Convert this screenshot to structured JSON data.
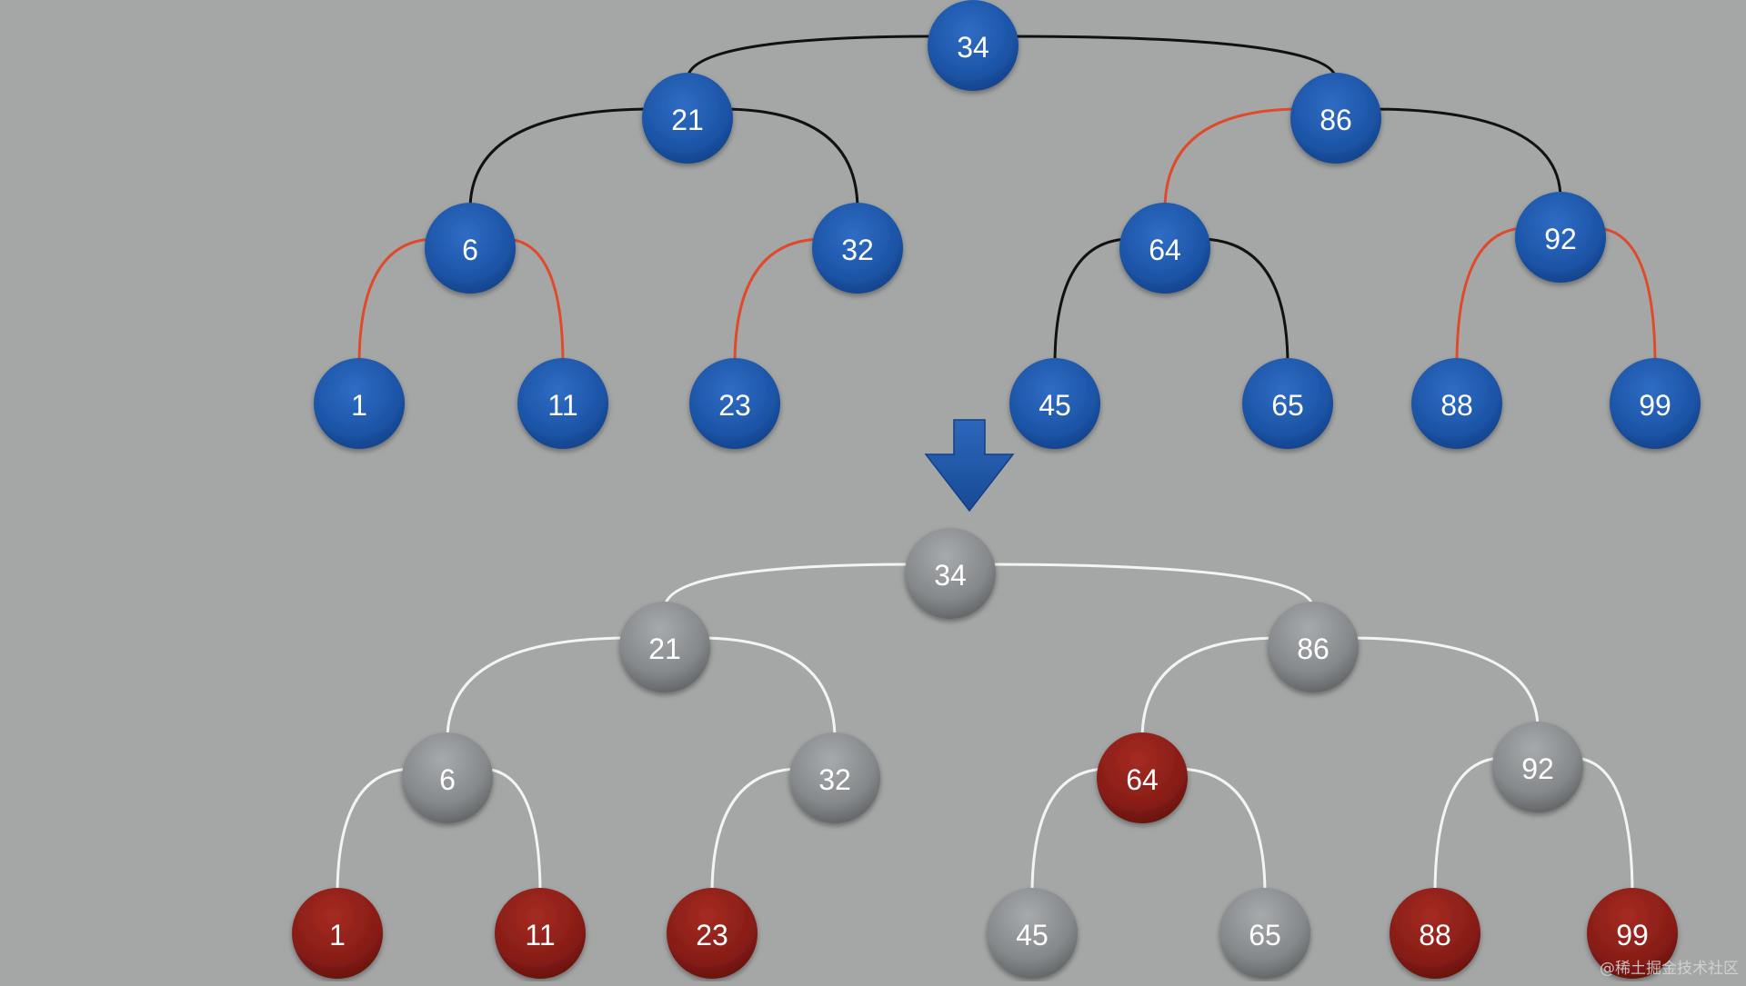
{
  "colors": {
    "background": "#a5a7a7",
    "blue_node": "#1e56a8",
    "gray_node": "#8c8f91",
    "red_node": "#8a1e18",
    "black_edge": "#111111",
    "red_edge": "#e04a2c",
    "white_edge": "#f4f4f4",
    "arrow": "#1e56a8"
  },
  "trees": [
    {
      "name": "before",
      "node_style": "blue",
      "nodes": [
        {
          "id": "34",
          "label": "34",
          "style": "blue"
        },
        {
          "id": "21",
          "label": "21",
          "style": "blue"
        },
        {
          "id": "86",
          "label": "86",
          "style": "blue"
        },
        {
          "id": "6",
          "label": "6",
          "style": "blue"
        },
        {
          "id": "32",
          "label": "32",
          "style": "blue"
        },
        {
          "id": "64",
          "label": "64",
          "style": "blue"
        },
        {
          "id": "92",
          "label": "92",
          "style": "blue"
        },
        {
          "id": "1",
          "label": "1",
          "style": "blue"
        },
        {
          "id": "11",
          "label": "11",
          "style": "blue"
        },
        {
          "id": "23",
          "label": "23",
          "style": "blue"
        },
        {
          "id": "45",
          "label": "45",
          "style": "blue"
        },
        {
          "id": "65",
          "label": "65",
          "style": "blue"
        },
        {
          "id": "88",
          "label": "88",
          "style": "blue"
        },
        {
          "id": "99",
          "label": "99",
          "style": "blue"
        }
      ],
      "edges": [
        {
          "from": "34",
          "to": "21",
          "color": "black"
        },
        {
          "from": "34",
          "to": "86",
          "color": "black"
        },
        {
          "from": "21",
          "to": "6",
          "color": "black"
        },
        {
          "from": "21",
          "to": "32",
          "color": "black"
        },
        {
          "from": "86",
          "to": "64",
          "color": "red"
        },
        {
          "from": "86",
          "to": "92",
          "color": "black"
        },
        {
          "from": "6",
          "to": "1",
          "color": "red"
        },
        {
          "from": "6",
          "to": "11",
          "color": "red"
        },
        {
          "from": "32",
          "to": "23",
          "color": "red"
        },
        {
          "from": "64",
          "to": "45",
          "color": "black"
        },
        {
          "from": "64",
          "to": "65",
          "color": "black"
        },
        {
          "from": "92",
          "to": "88",
          "color": "red"
        },
        {
          "from": "92",
          "to": "99",
          "color": "red"
        }
      ]
    },
    {
      "name": "after",
      "node_style": "gray",
      "nodes": [
        {
          "id": "34",
          "label": "34",
          "style": "gray"
        },
        {
          "id": "21",
          "label": "21",
          "style": "gray"
        },
        {
          "id": "86",
          "label": "86",
          "style": "gray"
        },
        {
          "id": "6",
          "label": "6",
          "style": "gray"
        },
        {
          "id": "32",
          "label": "32",
          "style": "gray"
        },
        {
          "id": "64",
          "label": "64",
          "style": "red"
        },
        {
          "id": "92",
          "label": "92",
          "style": "gray"
        },
        {
          "id": "1",
          "label": "1",
          "style": "red"
        },
        {
          "id": "11",
          "label": "11",
          "style": "red"
        },
        {
          "id": "23",
          "label": "23",
          "style": "red"
        },
        {
          "id": "45",
          "label": "45",
          "style": "gray"
        },
        {
          "id": "65",
          "label": "65",
          "style": "gray"
        },
        {
          "id": "88",
          "label": "88",
          "style": "red"
        },
        {
          "id": "99",
          "label": "99",
          "style": "red"
        }
      ],
      "edges": [
        {
          "from": "34",
          "to": "21",
          "color": "white"
        },
        {
          "from": "34",
          "to": "86",
          "color": "white"
        },
        {
          "from": "21",
          "to": "6",
          "color": "white"
        },
        {
          "from": "21",
          "to": "32",
          "color": "white"
        },
        {
          "from": "86",
          "to": "64",
          "color": "white"
        },
        {
          "from": "86",
          "to": "92",
          "color": "white"
        },
        {
          "from": "6",
          "to": "1",
          "color": "white"
        },
        {
          "from": "6",
          "to": "11",
          "color": "white"
        },
        {
          "from": "32",
          "to": "23",
          "color": "white"
        },
        {
          "from": "64",
          "to": "45",
          "color": "white"
        },
        {
          "from": "64",
          "to": "65",
          "color": "white"
        },
        {
          "from": "92",
          "to": "88",
          "color": "white"
        },
        {
          "from": "92",
          "to": "99",
          "color": "white"
        }
      ]
    }
  ],
  "arrow_icon": "down-arrow-icon",
  "watermark": "@稀土掘金技术社区"
}
